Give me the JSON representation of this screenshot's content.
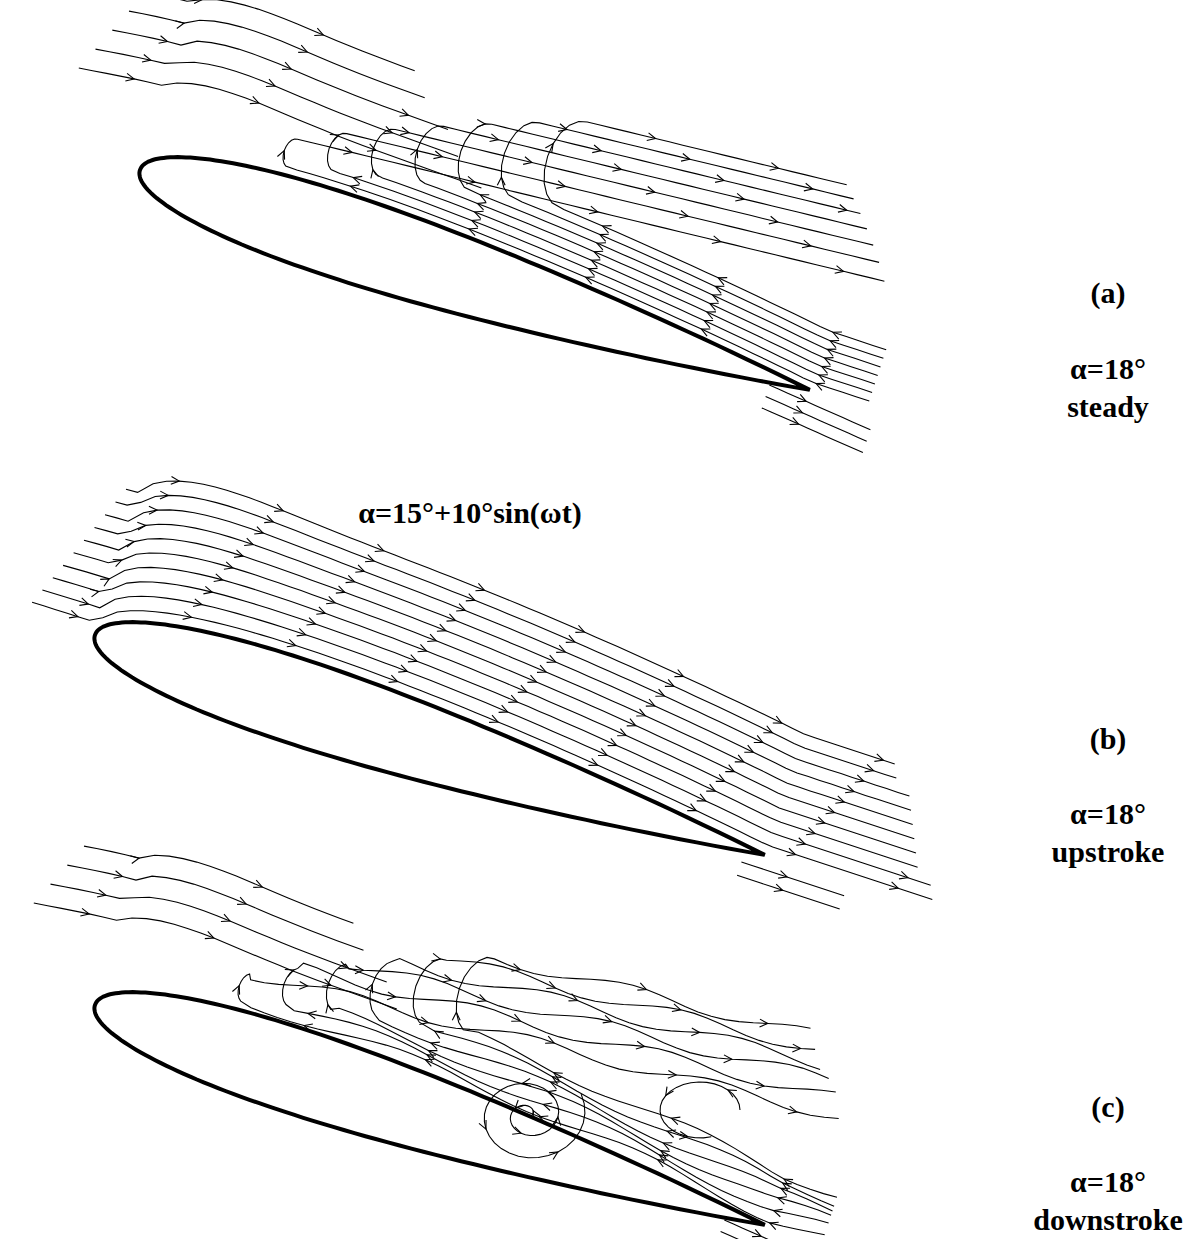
{
  "diagram": {
    "labels": [
      "(a)",
      "α=18°",
      "steady",
      "α=15°+10°sin(ωt)",
      "(b)",
      "α=18°",
      "upstroke",
      "(c)",
      "α=18°",
      "downstroke"
    ]
  }
}
